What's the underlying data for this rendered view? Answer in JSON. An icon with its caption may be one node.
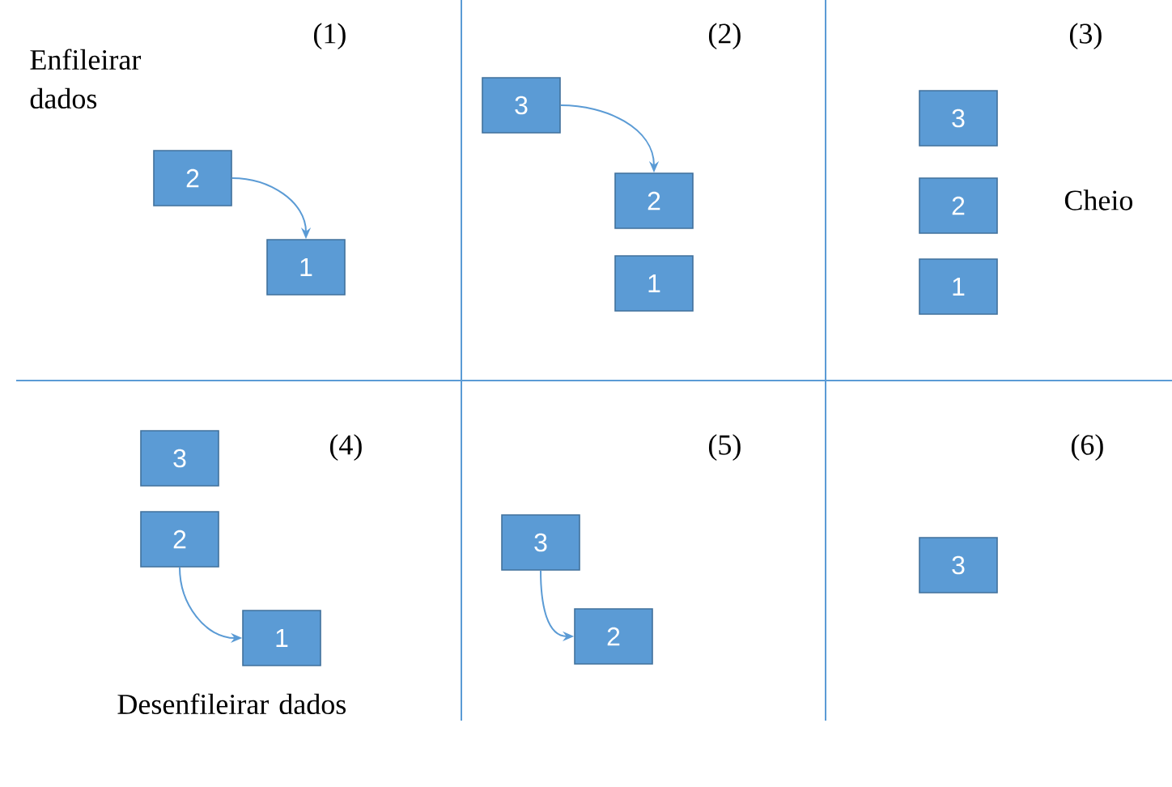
{
  "diagram": {
    "nodes": [
      {
        "text": [
          "2"
        ]
      },
      {
        "text": [
          "1"
        ]
      },
      {
        "text": [
          "3"
        ]
      },
      {
        "text": [
          "2"
        ]
      },
      {
        "text": [
          "1"
        ]
      },
      {
        "text": [
          "3"
        ]
      },
      {
        "text": [
          "2"
        ]
      },
      {
        "text": [
          "1"
        ]
      },
      {
        "text": [
          "3"
        ]
      },
      {
        "text": [
          "2"
        ]
      },
      {
        "text": [
          "1"
        ]
      },
      {
        "text": [
          "3"
        ]
      },
      {
        "text": [
          "2"
        ]
      },
      {
        "text": [
          "3"
        ]
      }
    ],
    "edges": [
      {
        "from": 0,
        "to": 1,
        "arrow": "to"
      },
      {
        "from": 2,
        "to": 3,
        "arrow": "to"
      },
      {
        "from": 9,
        "to": 10,
        "arrow": "to"
      },
      {
        "from": 11,
        "to": 12,
        "arrow": "to"
      }
    ],
    "labels": [
      "(1)",
      "Enfileirar dados",
      "(2)",
      "(3)",
      "Cheio",
      "(4)",
      "(5)",
      "(6)",
      "Desenfileirar dados"
    ]
  }
}
